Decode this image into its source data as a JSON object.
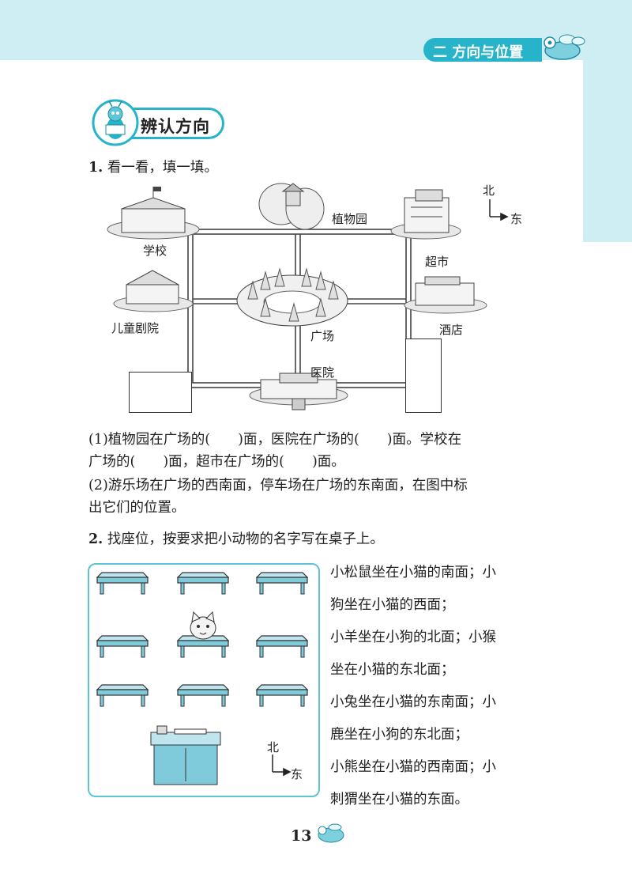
{
  "header": {
    "chapter": "二  方向与位置"
  },
  "section": {
    "title": "辨认方向"
  },
  "question1": {
    "number": "1.",
    "prompt": "看一看，填一填。",
    "map": {
      "compass_north": "北",
      "compass_east": "东",
      "places": {
        "botanical_garden": "植物园",
        "school": "学校",
        "supermarket": "超市",
        "childrens_theater": "儿童剧院",
        "square": "广场",
        "hotel": "酒店",
        "hospital": "医院"
      }
    },
    "part1_line1": "(1)植物园在广场的(　　)面，医院在广场的(　　)面。学校在",
    "part1_line2": "广场的(　　)面，超市在广场的(　　)面。",
    "part2_line1": "(2)游乐场在广场的西南面，停车场在广场的东南面，在图中标",
    "part2_line2": "出它们的位置。"
  },
  "question2": {
    "number": "2.",
    "prompt": "找座位，按要求把小动物的名字写在桌子上。",
    "compass_north": "北",
    "compass_east": "东",
    "clues": [
      "小松鼠坐在小猫的南面；小",
      "狗坐在小猫的西面；",
      "小羊坐在小狗的北面；小猴",
      "坐在小猫的东北面；",
      "小兔坐在小猫的东南面；小",
      "鹿坐在小狗的东北面；",
      "小熊坐在小猫的西南面；小",
      "刺猬坐在小猫的东面。"
    ]
  },
  "footer": {
    "page_number": "13"
  },
  "colors": {
    "accent": "#27b3c9",
    "band": "#cfeef3",
    "desk_top": "#bfe6ef",
    "desk_body": "#7fcbdc"
  }
}
